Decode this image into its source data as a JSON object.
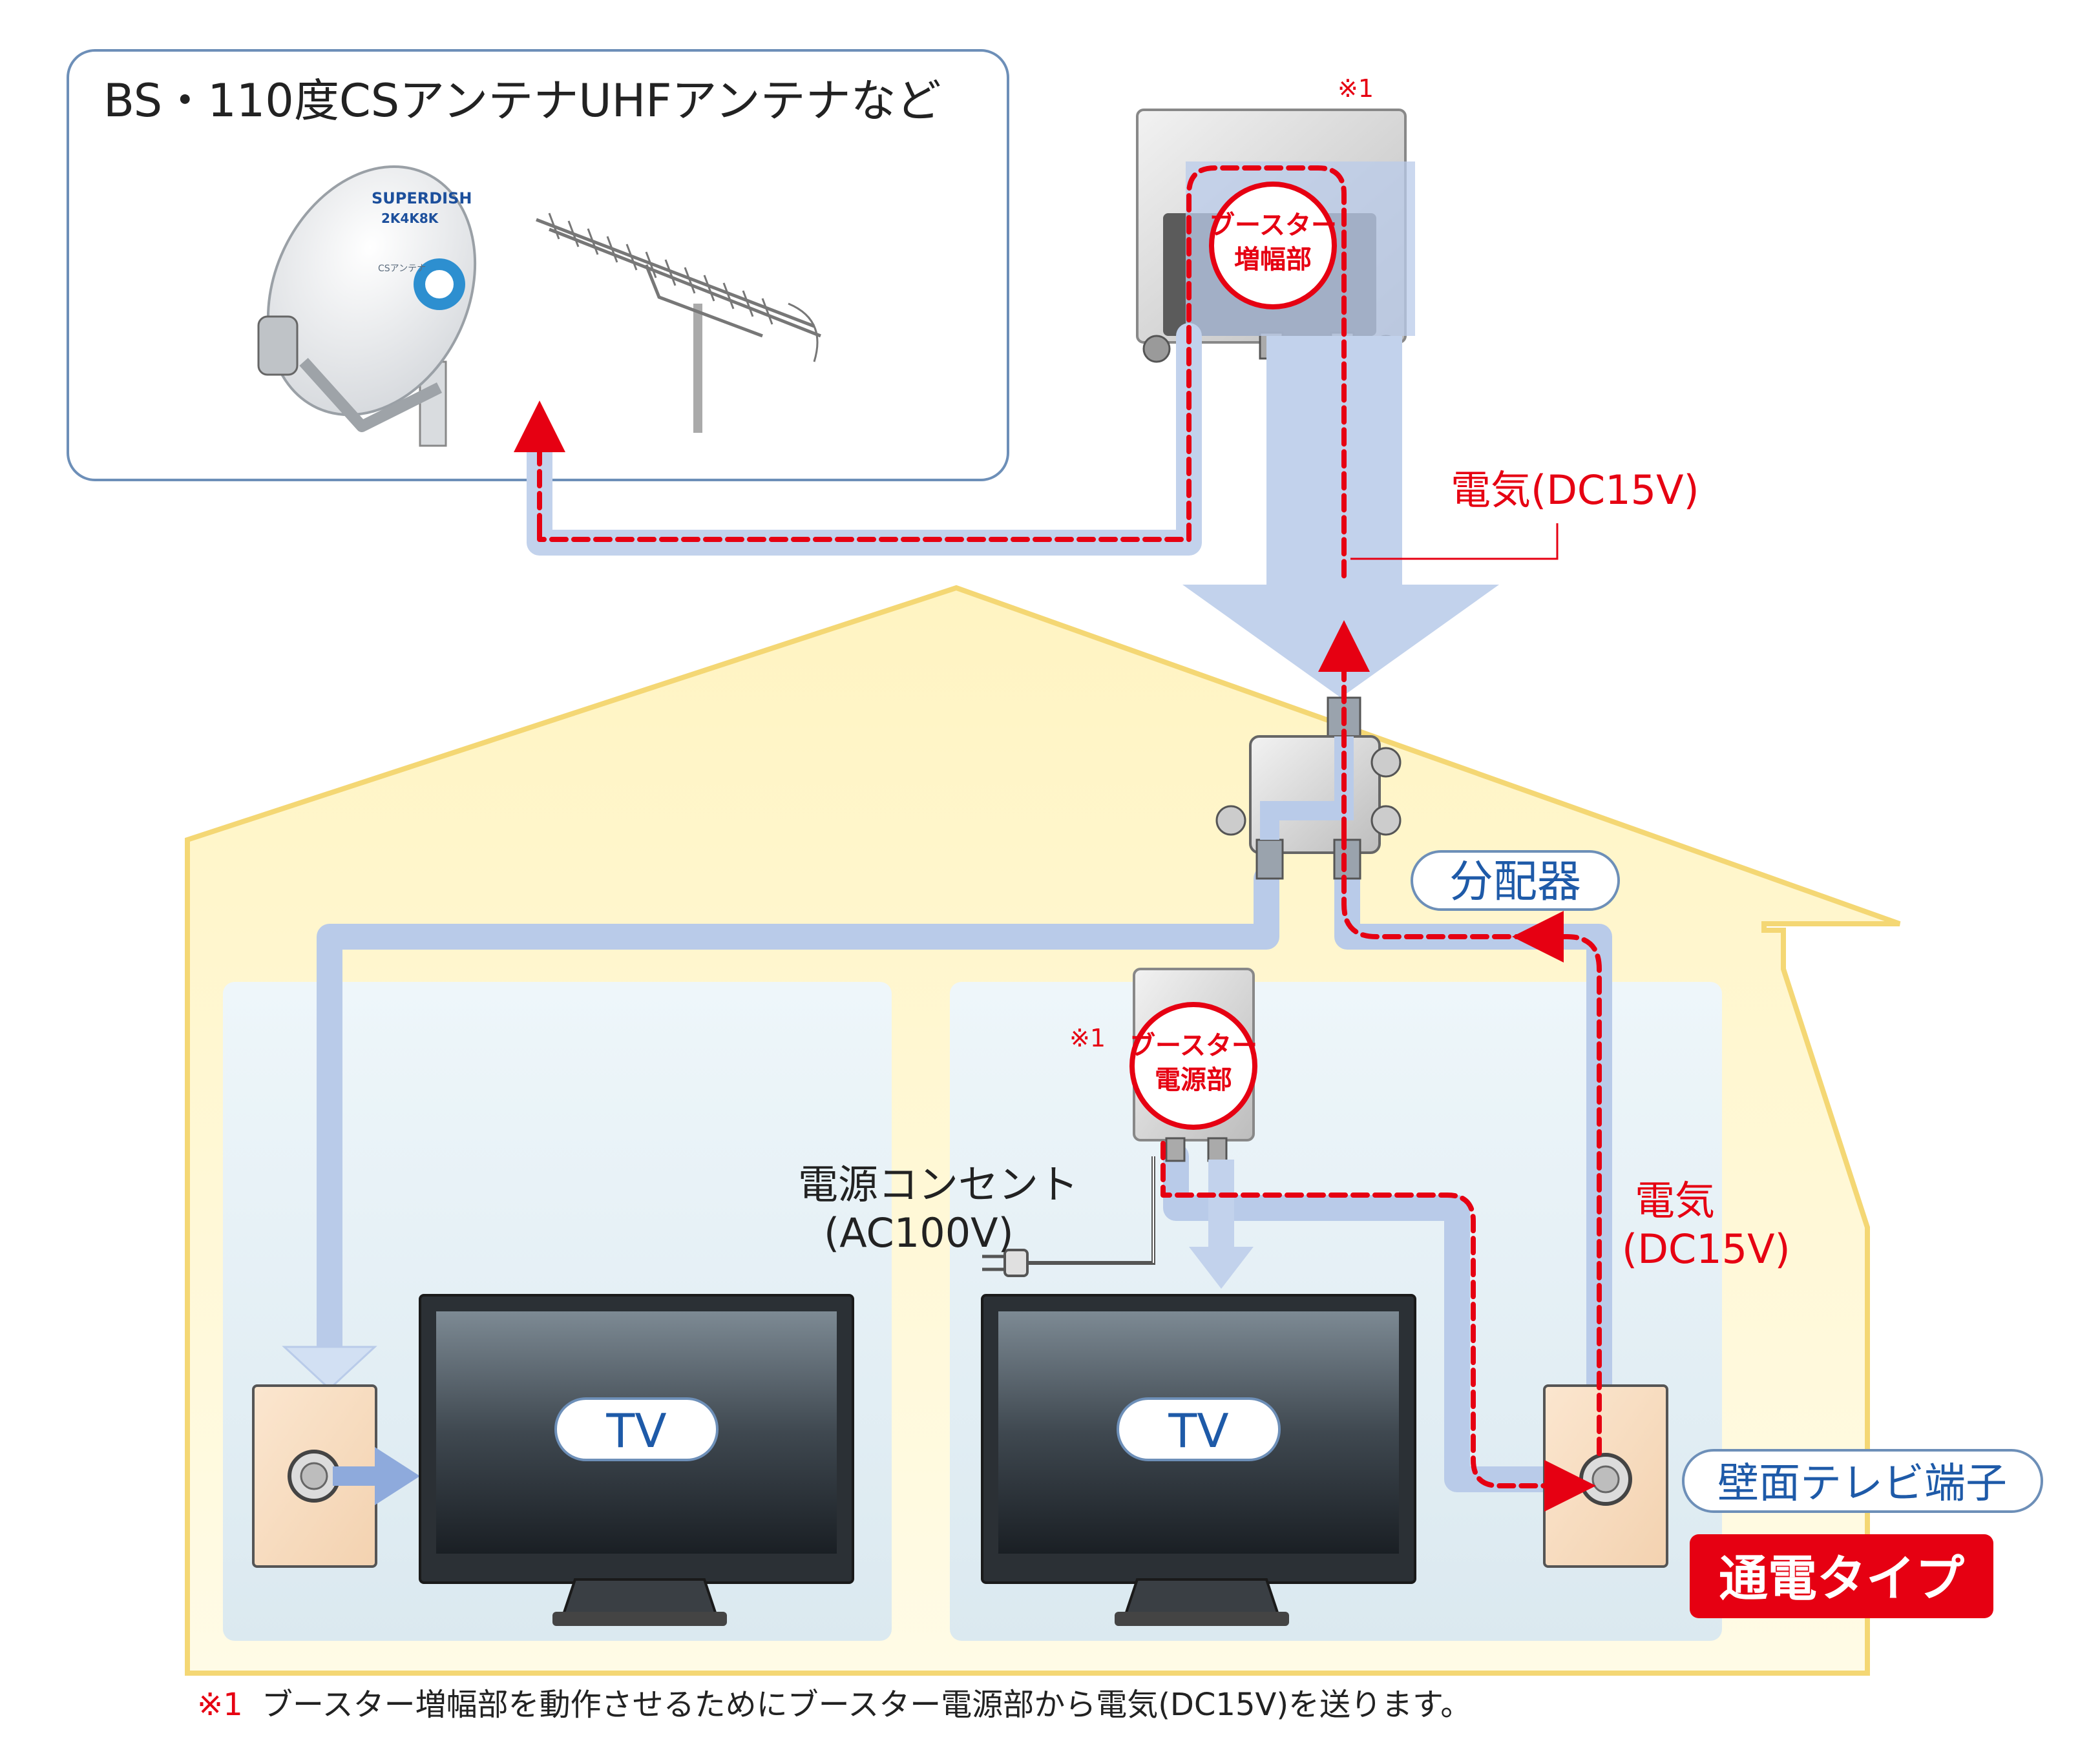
{
  "antenna_box": {
    "title": "BS・110度CSアンテナUHFアンテナなど",
    "dish_logo": "SUPERDISH",
    "dish_sublogo": "2K4K8K",
    "dish_label": "CSアンテナ"
  },
  "booster_amp": {
    "note_mark": "※1",
    "label_line1": "ブースター",
    "label_line2": "増幅部"
  },
  "booster_power": {
    "note_mark": "※1",
    "label_line1": "ブースター",
    "label_line2": "電源部"
  },
  "power_label_top": "電気(DC15V)",
  "power_label_right_line1": "電気",
  "power_label_right_line2": "(DC15V)",
  "splitter_label": "分配器",
  "outlet_label_line1": "電源コンセント",
  "outlet_label_line2": "(AC100V)",
  "tv_left_label": "TV",
  "tv_right_label": "TV",
  "wall_terminal_label": "壁面テレビ端子",
  "type_badge": "通電タイプ",
  "footnote": {
    "mark": "※1",
    "text": "ブースター増幅部を動作させるためにブースター電源部から電気(DC15V)を送ります。"
  },
  "colors": {
    "red": "#e60012",
    "blue_text": "#1e5aa8",
    "cable": "#b9cbe9",
    "house_fill": "#fdf4c4",
    "house_stroke": "#f4d774",
    "room_fill": "#e7f1f5"
  }
}
